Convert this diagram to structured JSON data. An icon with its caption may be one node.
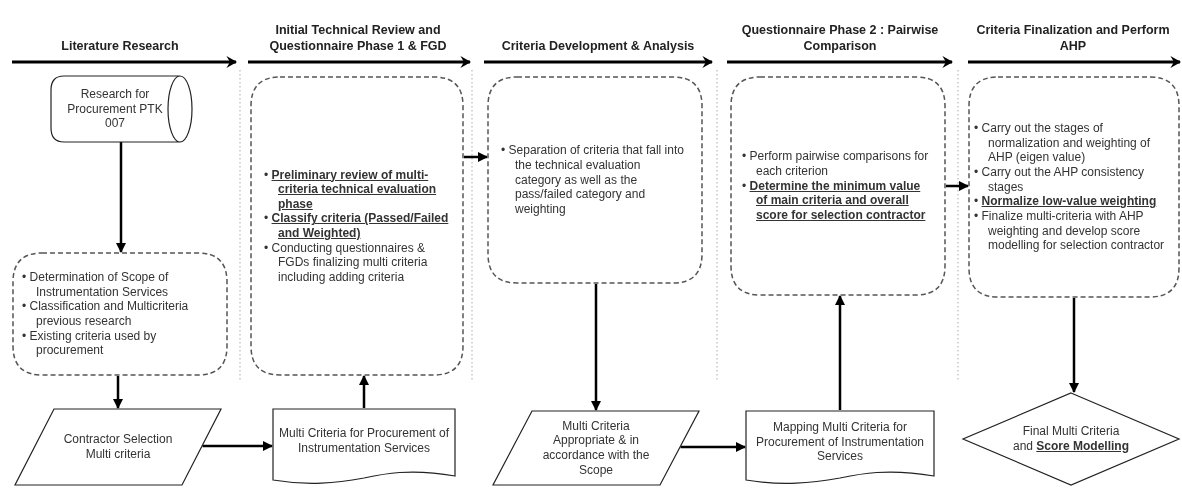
{
  "diagram": {
    "nodes": [
      {
        "text": [
          "Research for Procurement PTK 007"
        ]
      },
      {
        "text": [
          "• Determination of Scope of Instrumentation Services",
          "• Classification and Multicriteria previous research",
          "• Existing criteria used by procurement"
        ]
      },
      {
        "text": [
          "Contractor Selection Multi criteria"
        ]
      },
      {
        "text": [
          "Multi Criteria for Procurement of Instrumentation Services"
        ]
      },
      {
        "text": [
          "• **Preliminary review of multi-criteria technical evaluation phase**",
          "• **Classify criteria (Passed/Failed and Weighted)**",
          "• Conducting questionnaires & FGDs finalizing multi criteria including adding criteria"
        ]
      },
      {
        "text": [
          "• Separation of criteria that fall into the technical evaluation category as well as the pass/failed category and weighting"
        ]
      },
      {
        "text": [
          "Multi Criteria Appropriate & in accordance with the Scope"
        ]
      },
      {
        "text": [
          "Mapping Multi Criteria for Procurement of Instrumentation Services"
        ]
      },
      {
        "text": [
          "• Perform pairwise comparisons for each criterion",
          "• **Determine the minimum value of main criteria and overall score for selection contractor**"
        ]
      },
      {
        "text": [
          "• Carry out the stages of normalization and weighting of AHP (eigen value)",
          "• Carry out the AHP consistency stages",
          "• **Normalize low-value weighting**",
          "• Finalize multi-criteria with AHP weighting and develop score modelling for selection contractor"
        ]
      },
      {
        "text": [
          "Final Multi Criteria and **Score Modelling**"
        ]
      }
    ],
    "edges": [
      {
        "from": 0,
        "to": 1,
        "arrow": "to"
      },
      {
        "from": 1,
        "to": 2,
        "arrow": "to"
      },
      {
        "from": 2,
        "to": 3,
        "arrow": "to"
      },
      {
        "from": 3,
        "to": 4,
        "arrow": "to"
      },
      {
        "from": 4,
        "to": 5,
        "arrow": "to"
      },
      {
        "from": 5,
        "to": 6,
        "arrow": "to"
      },
      {
        "from": 6,
        "to": 7,
        "arrow": "to"
      },
      {
        "from": 7,
        "to": 8,
        "arrow": "to"
      },
      {
        "from": 8,
        "to": 9,
        "arrow": "to"
      },
      {
        "from": 9,
        "to": 10,
        "arrow": "to"
      }
    ],
    "labels": [
      "Literature Research",
      "Initial Technical Review and Questionnaire Phase 1 & FGD",
      "Criteria Development & Analysis",
      "Questionnaire Phase 2 : Pairwise Comparison",
      "Criteria Finalization and Perform AHP"
    ]
  }
}
